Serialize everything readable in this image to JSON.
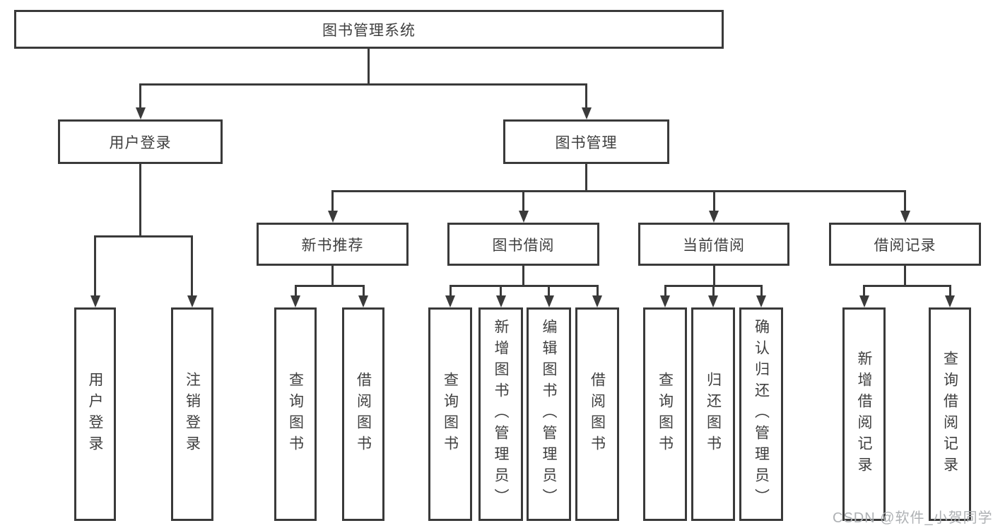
{
  "colors": {
    "line": "#3a3a3a",
    "box_border": "#3a3a3a",
    "text": "#3f3f3f",
    "watermark_text": "#aeb1b4",
    "background": "#ffffff"
  },
  "diagram": {
    "title": "图书管理系统",
    "level2": [
      "用户登录",
      "图书管理"
    ],
    "level3": [
      "新书推荐",
      "图书借阅",
      "当前借阅",
      "借阅记录"
    ],
    "leaves": [
      "用户登录",
      "注销登录",
      "查询图书",
      "借阅图书",
      "查询图书",
      "新增图书（管理员）",
      "编辑图书（管理员）",
      "借阅图书",
      "查询图书",
      "归还图书",
      "确认归还（管理员）",
      "新增借阅记录",
      "查询借阅记录"
    ],
    "watermark": "CSDN @软件_小贺同学"
  }
}
